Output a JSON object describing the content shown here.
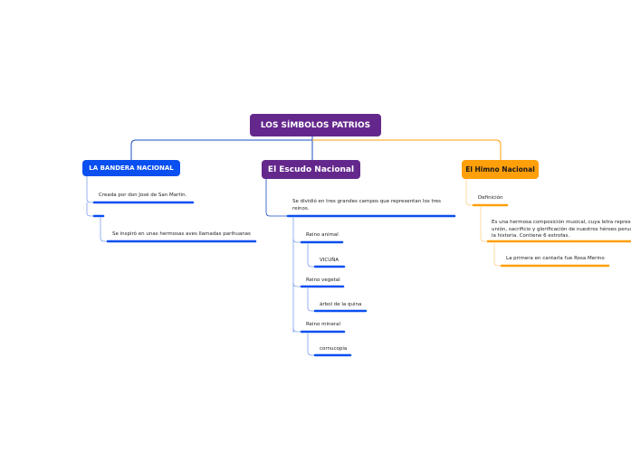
{
  "central": {
    "label": "LOS SÍMBOLOS PATRIOS"
  },
  "branches": {
    "bandera": {
      "title": "LA BANDERA NACIONAL",
      "items": [
        "Creada por don José de San Martin.",
        "Se inspiró en unas hermosas aves llamadas parihuanas"
      ]
    },
    "escudo": {
      "title": "El Escudo Nacional",
      "intro_line1": "Se dividió en tres grandes campos que representan los tres",
      "intro_line2": "reinos.",
      "reinos": [
        {
          "label": "Reino animal",
          "child": "VICUÑA"
        },
        {
          "label": "Reino vegetal",
          "child": "árbol de la quina"
        },
        {
          "label": "Reino mineral",
          "child": "cornucopia"
        }
      ]
    },
    "himno": {
      "title": "El Himno Nacional",
      "definicion_label": "Definición",
      "definicion_line1": "Es una hermosa composición musical, cuya letra  representa la",
      "definicion_line2": "unión, sacrificio y glorificación de nuestros héroes peruanos a lo largo de",
      "definicion_line3": "la historia. Contiene 6 estrofas.",
      "first_singer": "La primera en cantarla fue Rosa Merino"
    }
  },
  "colors": {
    "blue": "#0a4ff0",
    "purple": "#64288c",
    "orange": "#ff9f0a",
    "dark_blue": "#1a4fc4"
  }
}
